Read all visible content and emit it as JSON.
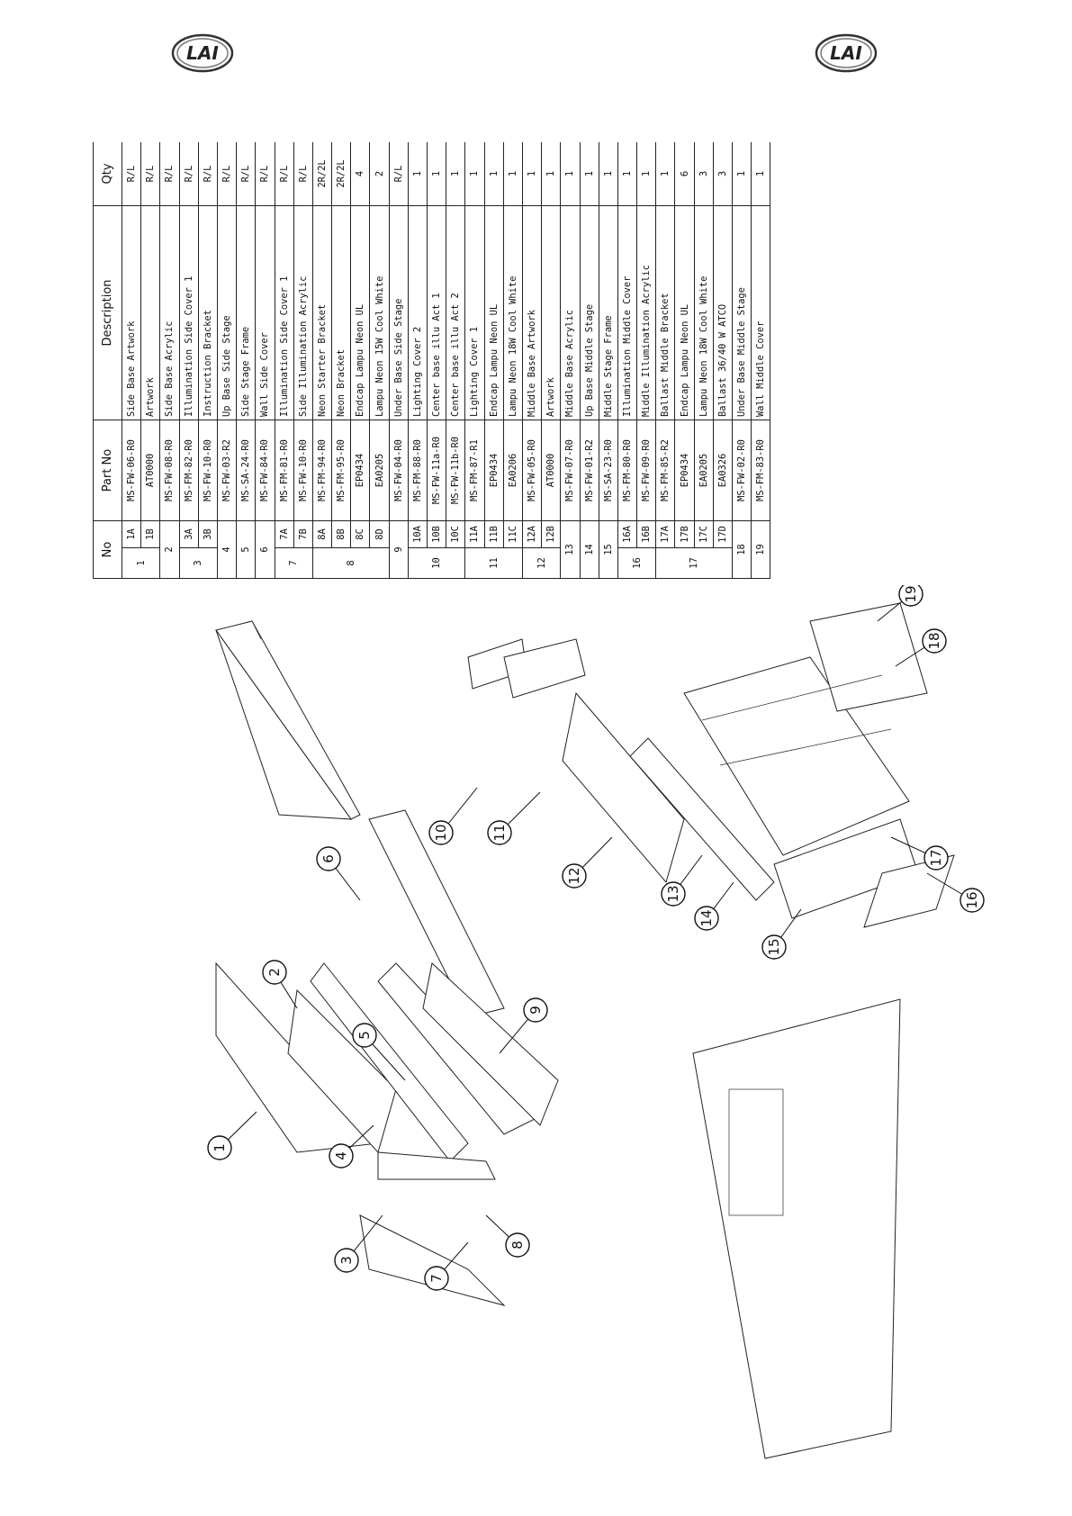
{
  "header": {
    "logo_text": "LAI"
  },
  "table": {
    "headers": {
      "no": "No",
      "part_no": "Part No",
      "description": "Description",
      "qty": "Qty"
    },
    "rows": [
      {
        "group": "1",
        "sub": "1A",
        "part": "MS-FW-06-R0",
        "desc": "Side Base Artwork",
        "qty": "R/L"
      },
      {
        "group": "",
        "sub": "1B",
        "part": "AT0000",
        "desc": "Artwork",
        "qty": "R/L"
      },
      {
        "group": "2",
        "sub": "",
        "part": "MS-FW-08-R0",
        "desc": "Side Base Acrylic",
        "qty": "R/L"
      },
      {
        "group": "3",
        "sub": "3A",
        "part": "MS-FM-82-R0",
        "desc": "Illumination Side Cover 1",
        "qty": "R/L"
      },
      {
        "group": "",
        "sub": "3B",
        "part": "MS-FW-10-R0",
        "desc": "Instruction Bracket",
        "qty": "R/L"
      },
      {
        "group": "4",
        "sub": "",
        "part": "MS-FW-03-R2",
        "desc": "Up Base Side Stage",
        "qty": "R/L"
      },
      {
        "group": "5",
        "sub": "",
        "part": "MS-SA-24-R0",
        "desc": "Side Stage Frame",
        "qty": "R/L"
      },
      {
        "group": "6",
        "sub": "",
        "part": "MS-FW-84-R0",
        "desc": "Wall Side Cover",
        "qty": "R/L"
      },
      {
        "group": "7",
        "sub": "7A",
        "part": "MS-FM-81-R0",
        "desc": "Illumination Side Cover 1",
        "qty": "R/L"
      },
      {
        "group": "",
        "sub": "7B",
        "part": "MS-FW-10-R0",
        "desc": "Side Illumination Acrylic",
        "qty": "R/L"
      },
      {
        "group": "8",
        "sub": "8A",
        "part": "MS-FM-94-R0",
        "desc": "Neon Starter Bracket",
        "qty": "2R/2L"
      },
      {
        "group": "",
        "sub": "8B",
        "part": "MS-FM-95-R0",
        "desc": "Neon Bracket",
        "qty": "2R/2L"
      },
      {
        "group": "",
        "sub": "8C",
        "part": "EP0434",
        "desc": "Endcap Lampu Neon UL",
        "qty": "4"
      },
      {
        "group": "",
        "sub": "8D",
        "part": "EA0205",
        "desc": "Lampu Neon 15W Cool White",
        "qty": "2"
      },
      {
        "group": "9",
        "sub": "",
        "part": "MS-FW-04-R0",
        "desc": "Under Base Side Stage",
        "qty": "R/L"
      },
      {
        "group": "10",
        "sub": "10A",
        "part": "MS-FM-88-R0",
        "desc": "Lighting Cover 2",
        "qty": "1"
      },
      {
        "group": "",
        "sub": "10B",
        "part": "MS-FW-11a-R0",
        "desc": "Center base illu Act 1",
        "qty": "1"
      },
      {
        "group": "",
        "sub": "10C",
        "part": "MS-FW-11b-R0",
        "desc": "Center base illu Act 2",
        "qty": "1"
      },
      {
        "group": "11",
        "sub": "11A",
        "part": "MS-FM-87-R1",
        "desc": "Lighting Cover 1",
        "qty": "1"
      },
      {
        "group": "",
        "sub": "11B",
        "part": "EP0434",
        "desc": "Endcap Lampu Neon UL",
        "qty": "1"
      },
      {
        "group": "",
        "sub": "11C",
        "part": "EA0206",
        "desc": "Lampu Neon 18W Cool White",
        "qty": "1"
      },
      {
        "group": "12",
        "sub": "12A",
        "part": "MS-FW-05-R0",
        "desc": "Middle Base Artwork",
        "qty": "1"
      },
      {
        "group": "",
        "sub": "12B",
        "part": "AT0000",
        "desc": "Artwork",
        "qty": "1"
      },
      {
        "group": "13",
        "sub": "",
        "part": "MS-FW-07-R0",
        "desc": "Middle Base Acrylic",
        "qty": "1"
      },
      {
        "group": "14",
        "sub": "",
        "part": "MS-FW-01-R2",
        "desc": "Up Base Middle Stage",
        "qty": "1"
      },
      {
        "group": "15",
        "sub": "",
        "part": "MS-SA-23-R0",
        "desc": "Middle Stage Frame",
        "qty": "1"
      },
      {
        "group": "16",
        "sub": "16A",
        "part": "MS-FM-80-R0",
        "desc": "Illumination Middle Cover",
        "qty": "1"
      },
      {
        "group": "",
        "sub": "16B",
        "part": "MS-FW-09-R0",
        "desc": "Middle Illumination Acrylic",
        "qty": "1"
      },
      {
        "group": "17",
        "sub": "17A",
        "part": "MS-FM-85-R2",
        "desc": "Ballast Middle Bracket",
        "qty": "1"
      },
      {
        "group": "",
        "sub": "17B",
        "part": "EP0434",
        "desc": "Endcap Lampu Neon UL",
        "qty": "6"
      },
      {
        "group": "",
        "sub": "17C",
        "part": "EA0205",
        "desc": "Lampu Neon 18W Cool White",
        "qty": "3"
      },
      {
        "group": "",
        "sub": "17D",
        "part": "EA0326",
        "desc": "Ballast 36/40 W ATCO",
        "qty": "3"
      },
      {
        "group": "18",
        "sub": "",
        "part": "MS-FW-02-R0",
        "desc": "Under Base Middle Stage",
        "qty": "1"
      },
      {
        "group": "19",
        "sub": "",
        "part": "MS-FM-83-R0",
        "desc": "Wall Middle Cover",
        "qty": "1"
      }
    ]
  },
  "drawing": {
    "balloons": [
      "1",
      "2",
      "3",
      "4",
      "5",
      "6",
      "7",
      "8",
      "9",
      "10",
      "11",
      "12",
      "13",
      "14",
      "15",
      "16",
      "17",
      "18",
      "19"
    ]
  }
}
